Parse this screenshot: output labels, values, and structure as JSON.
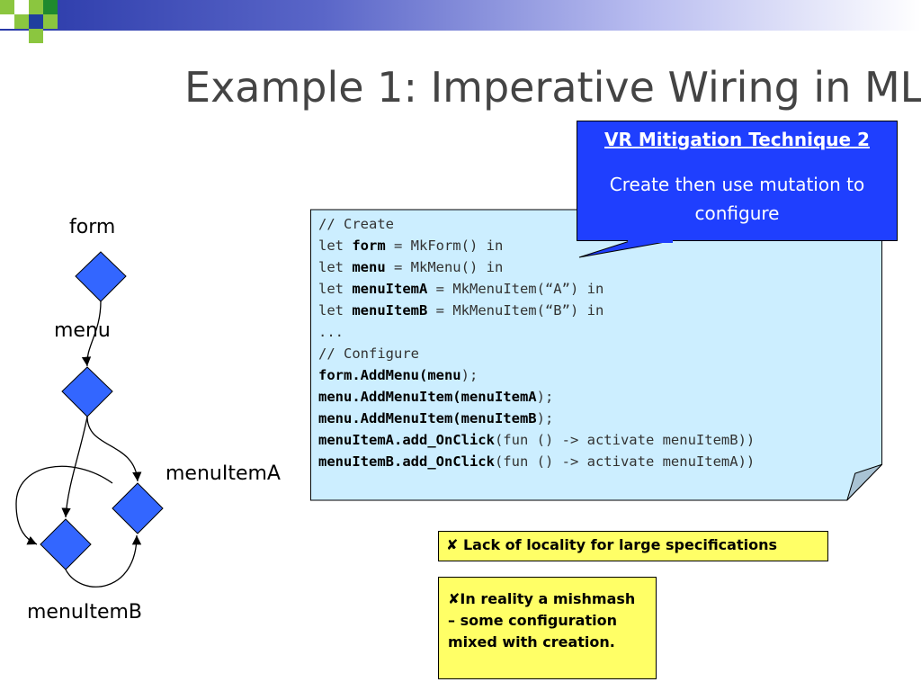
{
  "slide": {
    "title": "Example 1: Imperative Wiring in ML",
    "accent_color": "#2838a8"
  },
  "diagram": {
    "nodes": [
      {
        "id": "form",
        "label": "form"
      },
      {
        "id": "menu",
        "label": "menu"
      },
      {
        "id": "menuItemA",
        "label": "menuItemA"
      },
      {
        "id": "menuItemB",
        "label": "menuItemB"
      }
    ],
    "node_color": "#3366ff"
  },
  "code": {
    "lines": [
      [
        {
          "t": "// Create",
          "b": false
        }
      ],
      [
        {
          "t": "let ",
          "b": false
        },
        {
          "t": "form",
          "b": true
        },
        {
          "t": " = MkForm() in",
          "b": false
        }
      ],
      [
        {
          "t": "let ",
          "b": false
        },
        {
          "t": "menu",
          "b": true
        },
        {
          "t": " = MkMenu() in",
          "b": false
        }
      ],
      [
        {
          "t": "let ",
          "b": false
        },
        {
          "t": "menuItemA",
          "b": true
        },
        {
          "t": " = MkMenuItem(“A”) in",
          "b": false
        }
      ],
      [
        {
          "t": "let ",
          "b": false
        },
        {
          "t": "menuItemB",
          "b": true
        },
        {
          "t": " = MkMenuItem(“B”) in",
          "b": false
        }
      ],
      [
        {
          "t": "...",
          "b": false
        }
      ],
      [
        {
          "t": "// Configure",
          "b": false
        }
      ],
      [
        {
          "t": "form.AddMenu(menu",
          "b": true
        },
        {
          "t": ");",
          "b": false
        }
      ],
      [
        {
          "t": "menu.AddMenuItem(menuItemA",
          "b": true
        },
        {
          "t": ");",
          "b": false
        }
      ],
      [
        {
          "t": "menu.AddMenuItem(menuItemB",
          "b": true
        },
        {
          "t": ");",
          "b": false
        }
      ],
      [
        {
          "t": "menuItemA.add_OnClick",
          "b": true
        },
        {
          "t": "(fun () -> activate menuItemB))",
          "b": false
        }
      ],
      [
        {
          "t": "menuItemB.add_OnClick",
          "b": true
        },
        {
          "t": "(fun () -> activate menuItemA))",
          "b": false
        }
      ]
    ],
    "background": "#cceeff"
  },
  "callout": {
    "heading": "VR Mitigation Technique 2",
    "body": "Create then use mutation to configure",
    "background": "#1f3ffe"
  },
  "notes": {
    "note1": "✘ Lack of locality for large specifications",
    "note2": "✘In reality a mishmash – some configuration mixed with creation.",
    "background": "#ffff66"
  }
}
